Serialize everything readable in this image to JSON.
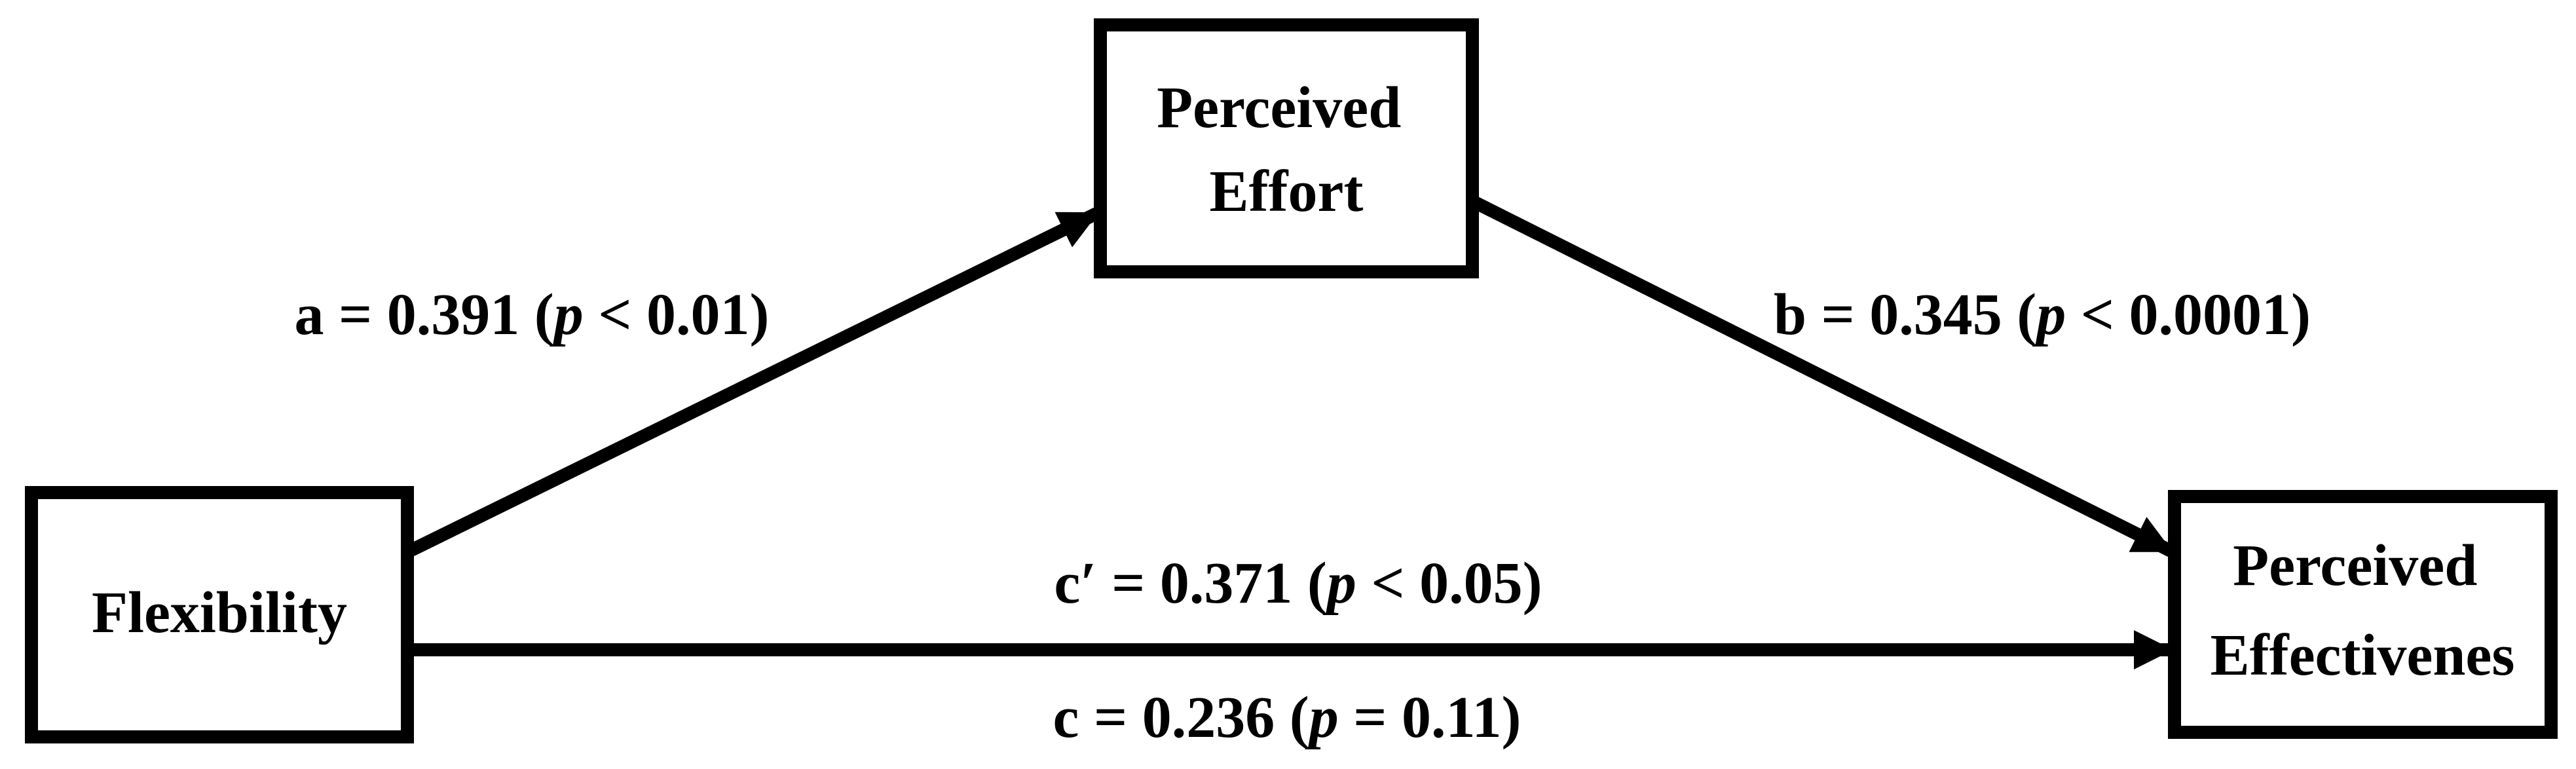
{
  "colors": {
    "ink": "#000000",
    "background": "#ffffff"
  },
  "nodes": {
    "predictor": {
      "label": "Flexibility"
    },
    "mediator": {
      "line1": "Perceived",
      "line2": "Effort"
    },
    "outcome": {
      "line1": "Perceived",
      "line2": "Effectivenes"
    }
  },
  "paths": {
    "a": {
      "pre": "a = 0.391 (",
      "p": "p",
      "post": " < 0.01)"
    },
    "b": {
      "pre": "b = 0.345 (",
      "p": "p",
      "post": " < 0.0001)"
    },
    "c_prime": {
      "pre": "c′ = 0.371 (",
      "p": "p",
      "post": " < 0.05)"
    },
    "c": {
      "pre": "c = 0.236 (",
      "p": "p",
      "post": " = 0.11)"
    }
  }
}
